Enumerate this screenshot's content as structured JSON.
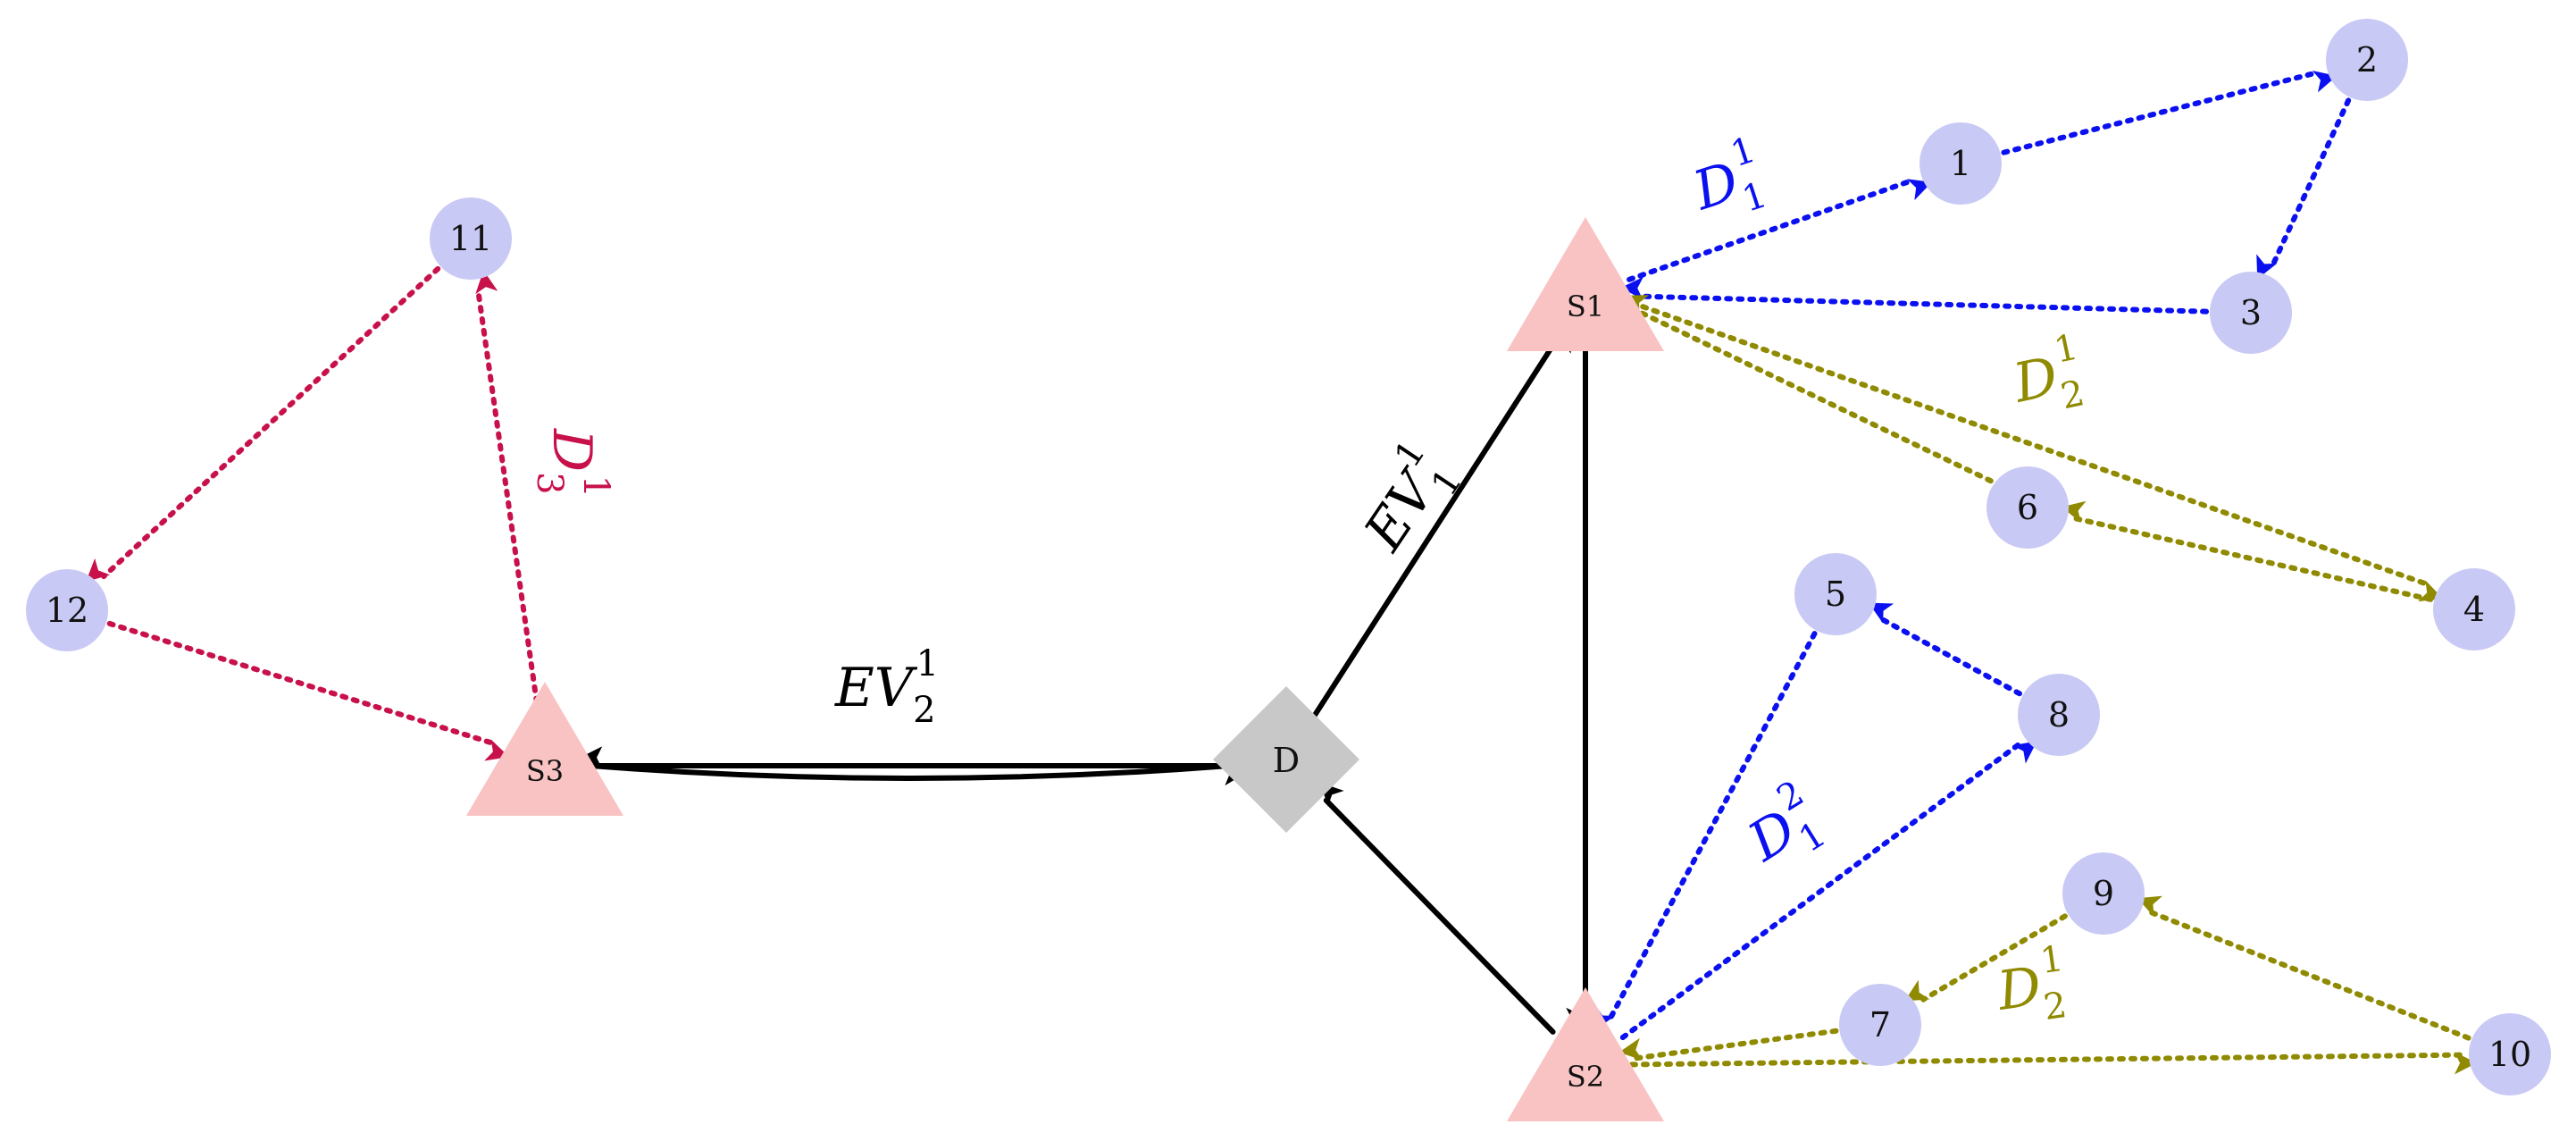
{
  "colors": {
    "customer_fill": "#c9c9f5",
    "station_fill": "#f9c3c3",
    "depot_fill": "#c8c8c8",
    "ev_route": "#000000",
    "blue_route": "#0a10f0",
    "olive_route": "#8f8a00",
    "crimson_route": "#c8104a"
  },
  "customers": [
    {
      "id": "c1",
      "label": "1"
    },
    {
      "id": "c2",
      "label": "2"
    },
    {
      "id": "c3",
      "label": "3"
    },
    {
      "id": "c4",
      "label": "4"
    },
    {
      "id": "c5",
      "label": "5"
    },
    {
      "id": "c6",
      "label": "6"
    },
    {
      "id": "c7",
      "label": "7"
    },
    {
      "id": "c8",
      "label": "8"
    },
    {
      "id": "c9",
      "label": "9"
    },
    {
      "id": "c10",
      "label": "10"
    },
    {
      "id": "c11",
      "label": "11"
    },
    {
      "id": "c12",
      "label": "12"
    }
  ],
  "stations": [
    {
      "id": "s1",
      "label": "S1"
    },
    {
      "id": "s2",
      "label": "S2"
    },
    {
      "id": "s3",
      "label": "S3"
    }
  ],
  "depot": {
    "id": "depot",
    "label": "D"
  },
  "labels": {
    "ev1": {
      "base": "EV",
      "sub": "1",
      "sup": "1"
    },
    "ev2": {
      "base": "EV",
      "sub": "2",
      "sup": "1"
    },
    "d11": {
      "base": "D",
      "sub": "1",
      "sup": "1"
    },
    "d21": {
      "base": "D",
      "sub": "2",
      "sup": "1"
    },
    "d12": {
      "base": "D",
      "sub": "1",
      "sup": "2"
    },
    "d21b": {
      "base": "D",
      "sub": "2",
      "sup": "1"
    },
    "d31": {
      "base": "D",
      "sub": "3",
      "sup": "1"
    }
  },
  "edges": [
    {
      "id": "e-d-s1",
      "from": "depot",
      "to": "s1",
      "style": "ev"
    },
    {
      "id": "e-s1-s2",
      "from": "s1",
      "to": "s2",
      "style": "ev"
    },
    {
      "id": "e-s2-d",
      "from": "s2",
      "to": "depot",
      "style": "ev"
    },
    {
      "id": "e-d-s3",
      "from": "depot",
      "to": "s3",
      "style": "ev"
    },
    {
      "id": "e-s3-d",
      "from": "s3",
      "to": "depot",
      "style": "ev"
    },
    {
      "id": "e-s1-c1",
      "from": "s1",
      "to": "c1",
      "style": "blue"
    },
    {
      "id": "e-c1-c2",
      "from": "c1",
      "to": "c2",
      "style": "blue"
    },
    {
      "id": "e-c2-c3",
      "from": "c2",
      "to": "c3",
      "style": "blue"
    },
    {
      "id": "e-c3-s1",
      "from": "c3",
      "to": "s1",
      "style": "blue"
    },
    {
      "id": "e-s1-c4",
      "from": "s1",
      "to": "c4",
      "style": "olive"
    },
    {
      "id": "e-c4-c6",
      "from": "c4",
      "to": "c6",
      "style": "olive"
    },
    {
      "id": "e-c6-s1",
      "from": "c6",
      "to": "s1",
      "style": "olive"
    },
    {
      "id": "e-s2-c8",
      "from": "s2",
      "to": "c8",
      "style": "blue"
    },
    {
      "id": "e-c8-c5",
      "from": "c8",
      "to": "c5",
      "style": "blue"
    },
    {
      "id": "e-c5-s2",
      "from": "c5",
      "to": "s2",
      "style": "blue"
    },
    {
      "id": "e-s2-c10",
      "from": "s2",
      "to": "c10",
      "style": "olive"
    },
    {
      "id": "e-c10-c9",
      "from": "c10",
      "to": "c9",
      "style": "olive"
    },
    {
      "id": "e-c9-c7",
      "from": "c9",
      "to": "c7",
      "style": "olive"
    },
    {
      "id": "e-c7-s2",
      "from": "c7",
      "to": "s2",
      "style": "olive"
    },
    {
      "id": "e-s3-c11",
      "from": "s3",
      "to": "c11",
      "style": "crimson"
    },
    {
      "id": "e-c11-c12",
      "from": "c11",
      "to": "c12",
      "style": "crimson"
    },
    {
      "id": "e-c12-s3",
      "from": "c12",
      "to": "s3",
      "style": "crimson"
    }
  ]
}
